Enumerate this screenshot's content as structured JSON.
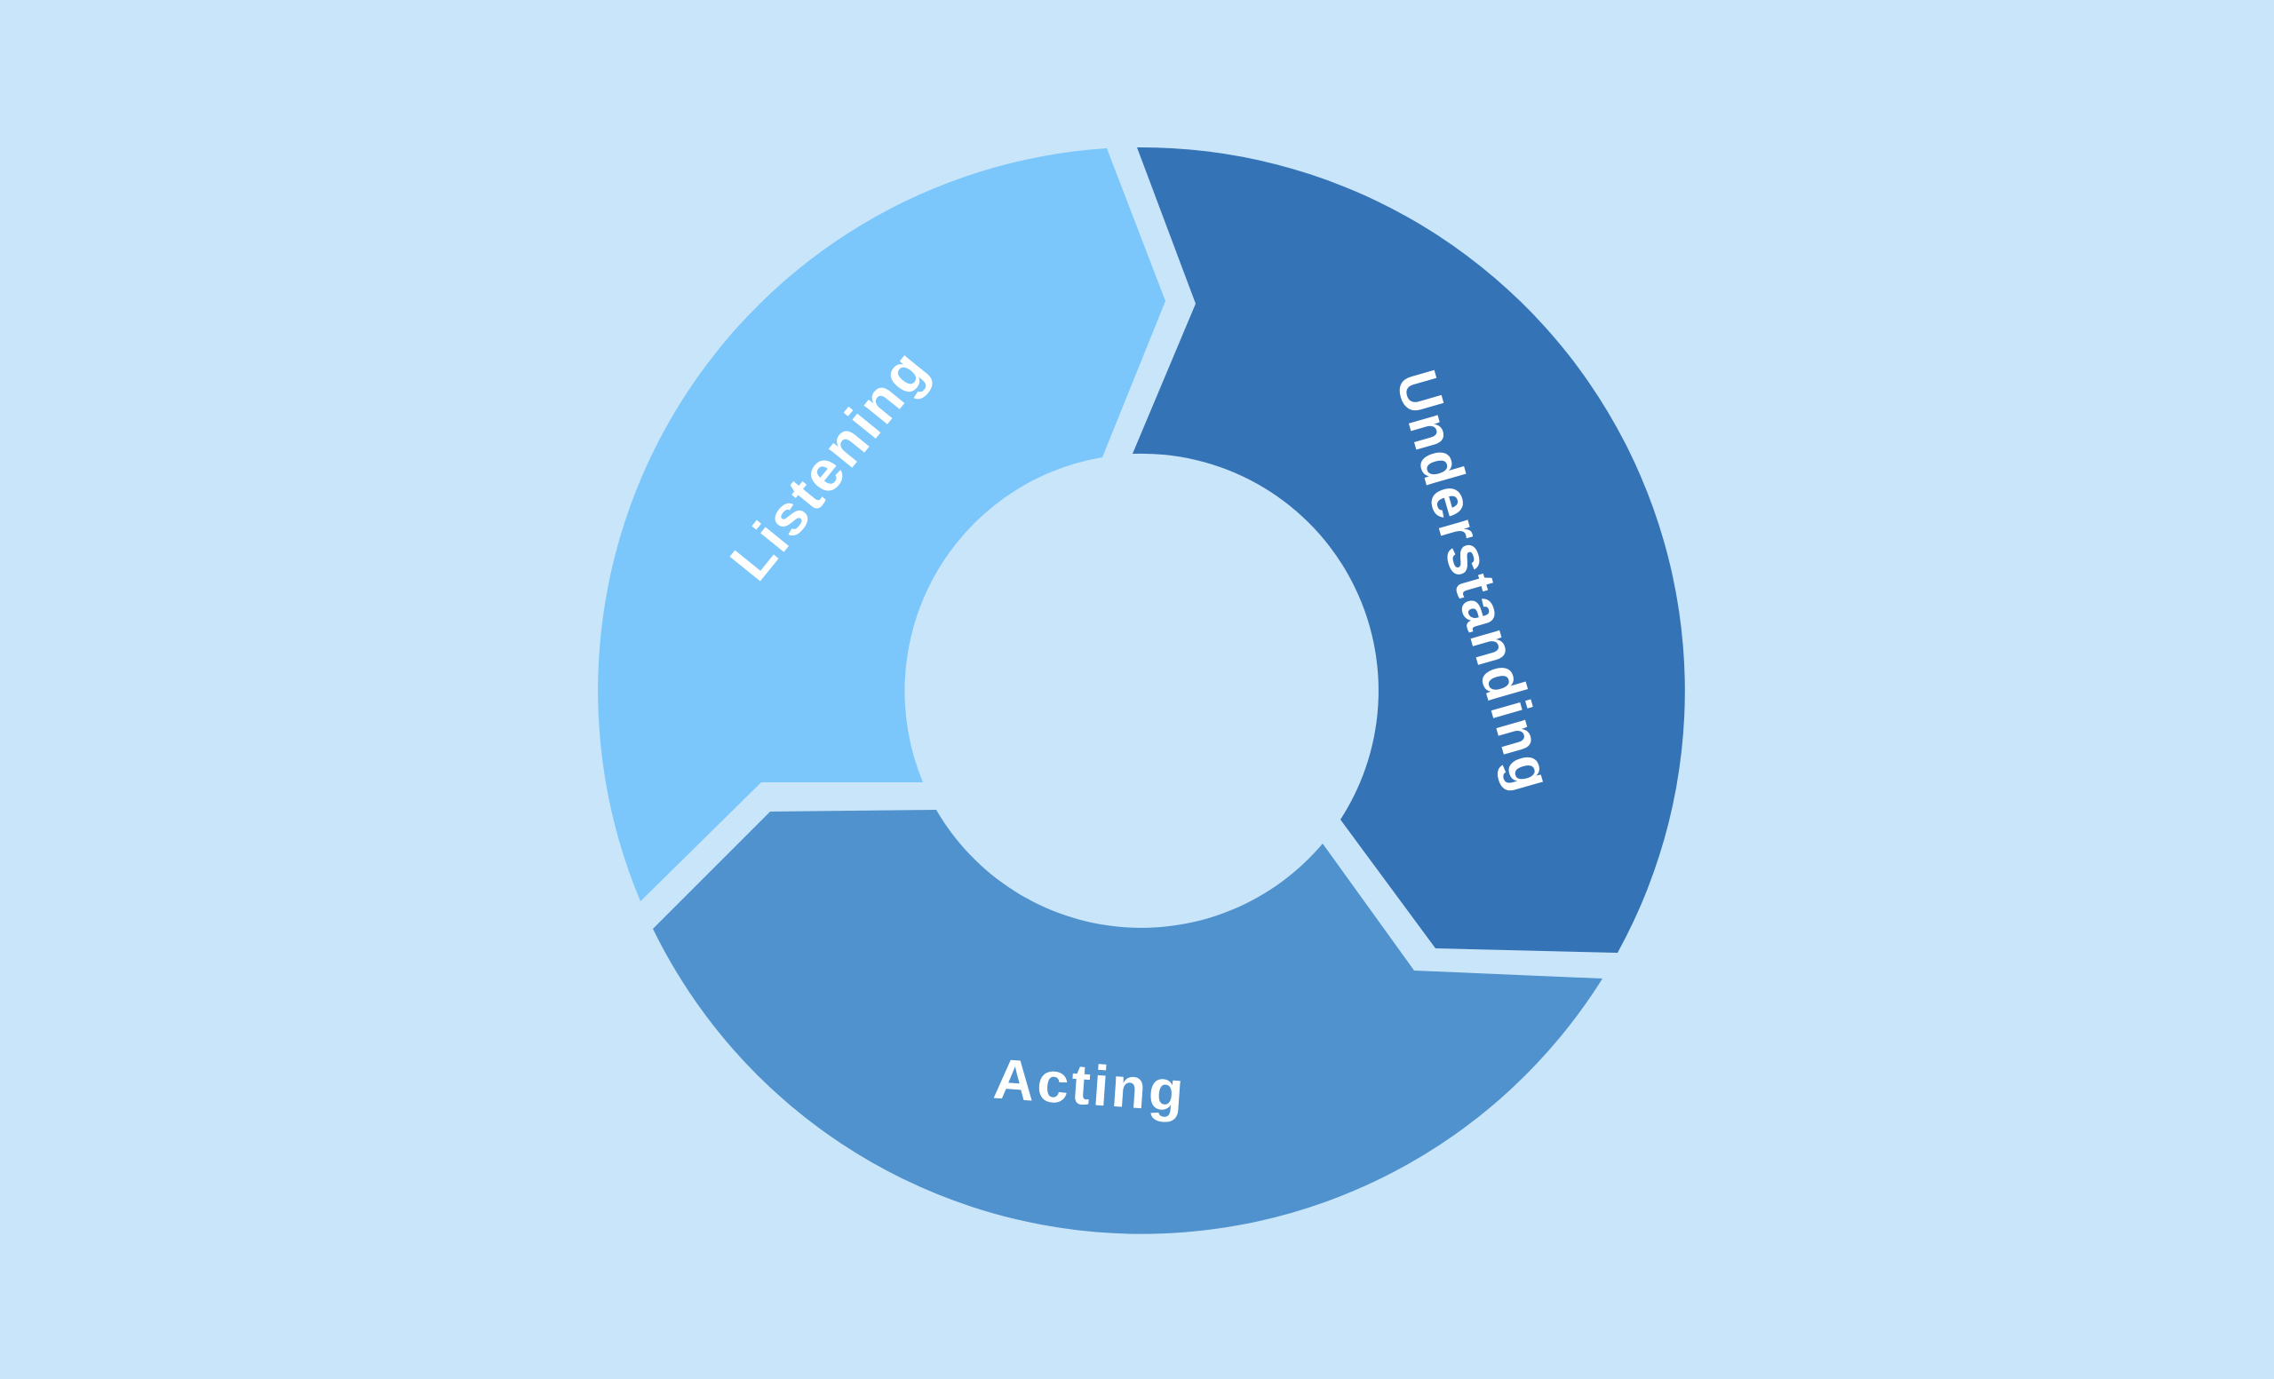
{
  "diagram": {
    "type": "cycle",
    "direction": "clockwise",
    "background_color": "#c9e5fa",
    "label_color": "#ffffff",
    "steps": [
      {
        "label": "Listening",
        "color": "#7bc7fb",
        "position": "top-left"
      },
      {
        "label": "Understanding",
        "color": "#3573b7",
        "position": "right"
      },
      {
        "label": "Acting",
        "color": "#4f92cd",
        "position": "bottom"
      }
    ]
  }
}
